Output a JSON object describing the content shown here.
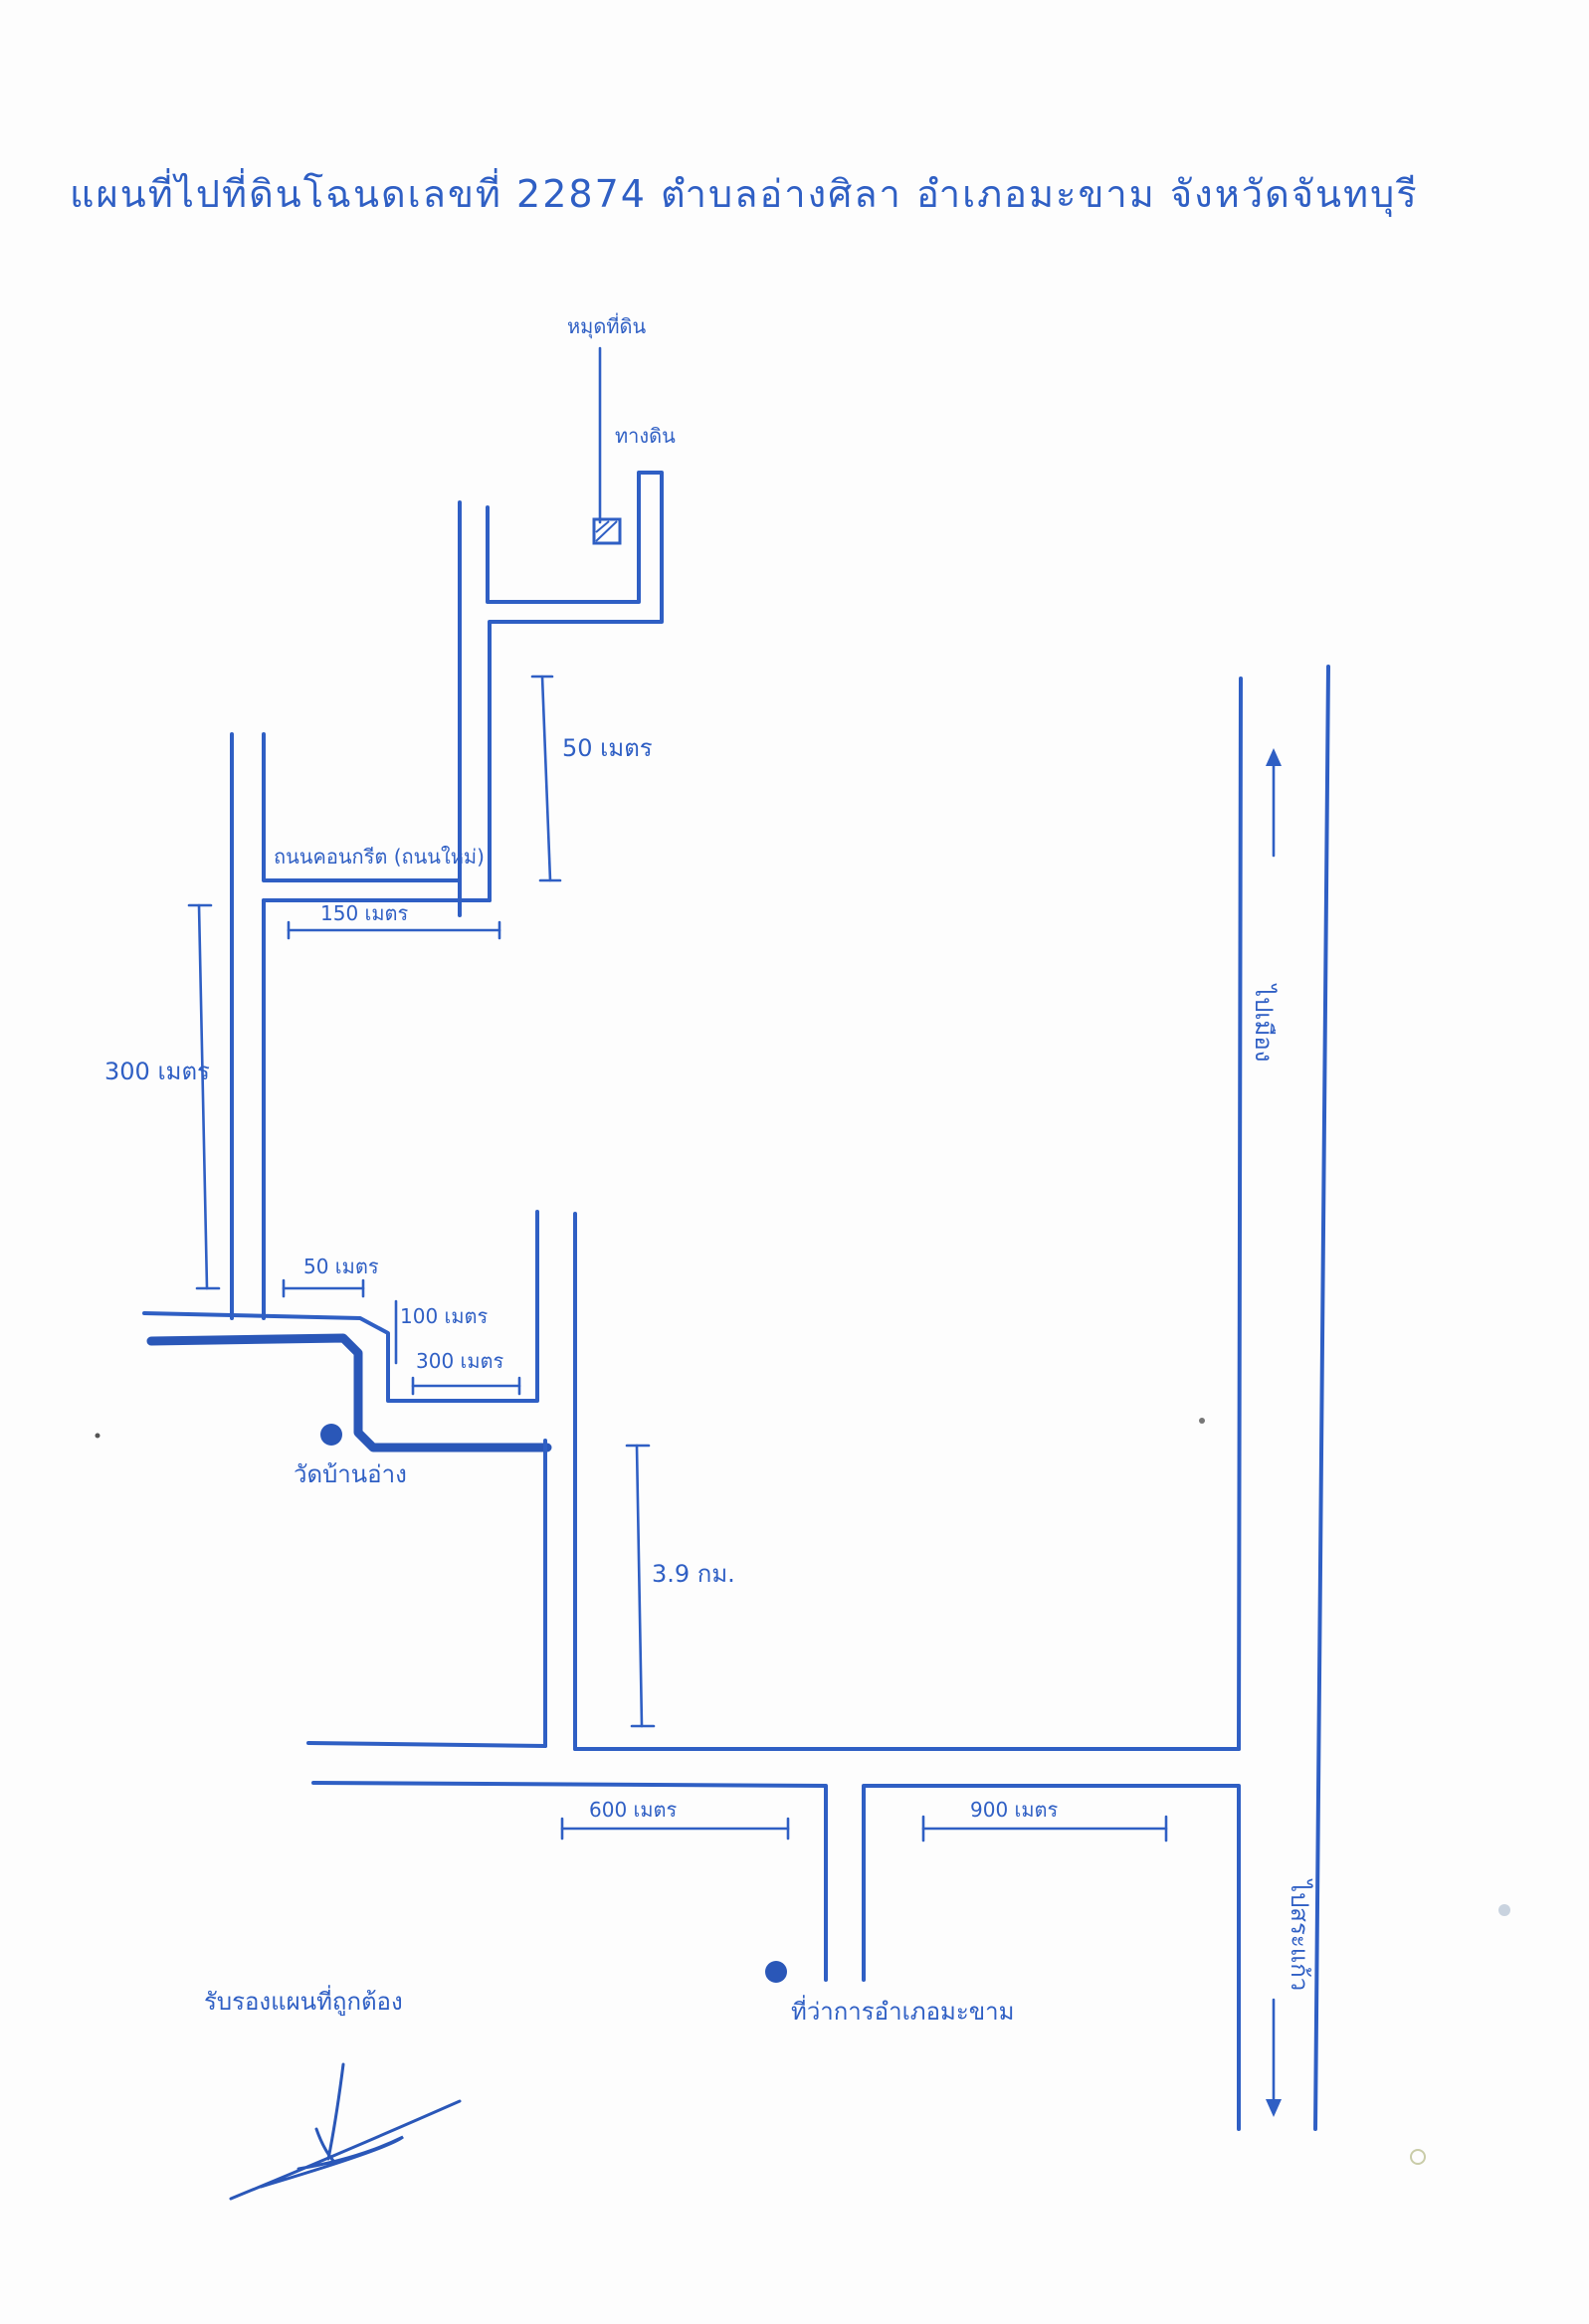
{
  "title": "แผนที่ไปที่ดินโฉนดเลขที่ 22874 ตำบลอ่างศิลา อำเภอมะขาม จังหวัดจันทบุรี",
  "landmarks": {
    "plot": "หมุดที่ดิน",
    "dirt_road": "ทางดิน",
    "concrete_road": "ถนนคอนกรีต (ถนนใหม่)",
    "temple": "วัดบ้านอ่าง",
    "district_office": "ที่ว่าการอำเภอมะขาม",
    "to_mueang": "ไปเมือง",
    "to_sakaeo": "ไปสระแก้ว"
  },
  "distances": {
    "d50_top": "50 เมตร",
    "d150": "150 เมตร",
    "d300": "300 เมตร",
    "d50_mid": "50 เมตร",
    "d100": "100 เมตร",
    "d300_short": "300 เมตร",
    "d3_9km": "3.9 กม.",
    "d600": "600 เมตร",
    "d900": "900 เมตร"
  },
  "signature": {
    "caption": "รับรองแผนที่ถูกต้อง"
  },
  "colors": {
    "ink": "#2f5fc4"
  }
}
